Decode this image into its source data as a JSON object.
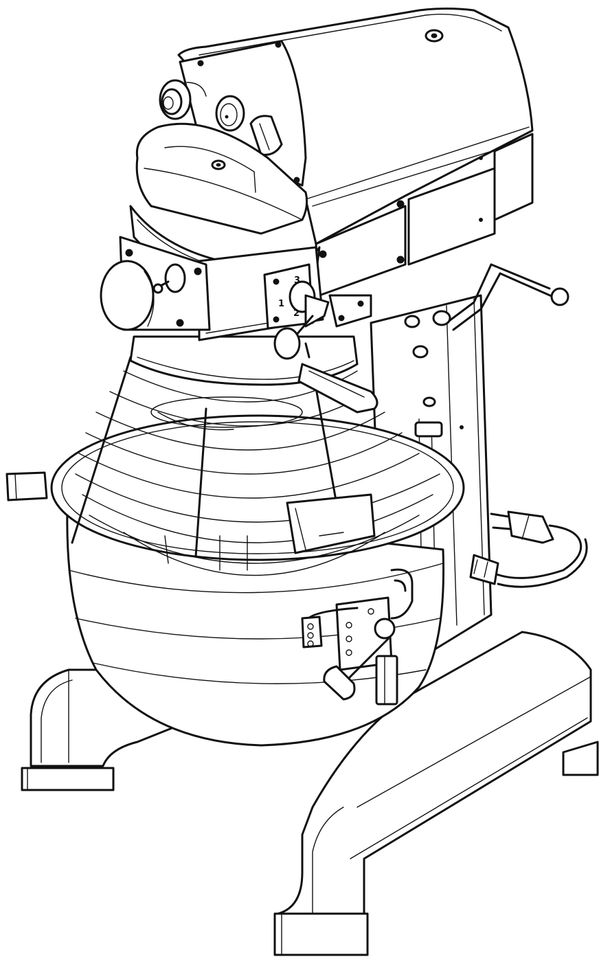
{
  "speed_dial": {
    "labels": [
      "1",
      "2",
      "3"
    ],
    "color": "#111111"
  },
  "colors": {
    "line": "#111111",
    "background": "#ffffff"
  }
}
